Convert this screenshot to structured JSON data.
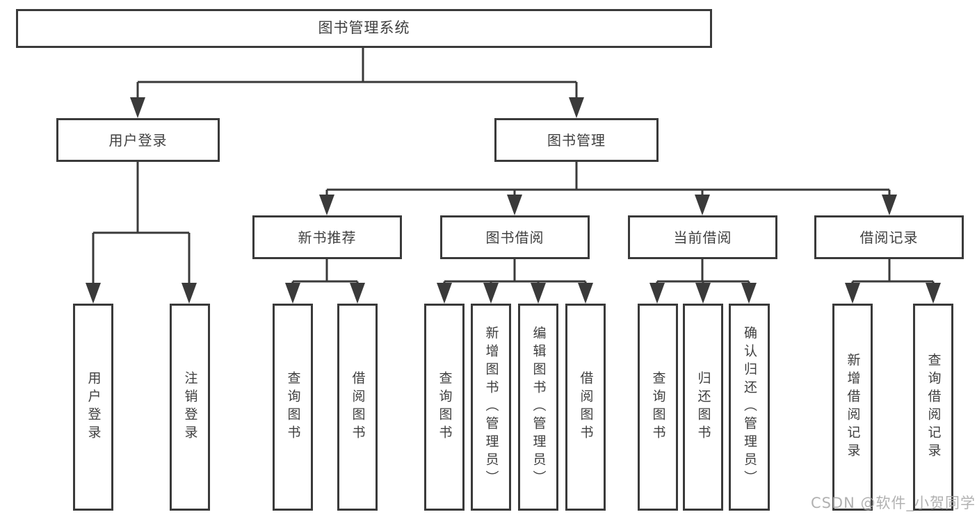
{
  "tree": {
    "root": {
      "label": "图书管理系统"
    },
    "login": {
      "label": "用户登录",
      "children": [
        {
          "label": "用户登录"
        },
        {
          "label": "注销登录"
        }
      ]
    },
    "management": {
      "label": "图书管理",
      "sections": [
        {
          "label": "新书推荐",
          "children": [
            {
              "label": "查询图书"
            },
            {
              "label": "借阅图书"
            }
          ]
        },
        {
          "label": "图书借阅",
          "children": [
            {
              "label": "查询图书"
            },
            {
              "label": "新增图书（管理员）"
            },
            {
              "label": "编辑图书（管理员）"
            },
            {
              "label": "借阅图书"
            }
          ]
        },
        {
          "label": "当前借阅",
          "children": [
            {
              "label": "查询图书"
            },
            {
              "label": "归还图书"
            },
            {
              "label": "确认归还（管理员）"
            }
          ]
        },
        {
          "label": "借阅记录",
          "children": [
            {
              "label": "新增借阅记录"
            },
            {
              "label": "查询借阅记录"
            }
          ]
        }
      ]
    }
  },
  "watermark": {
    "text": "CSDN @软件_小贺同学"
  },
  "colors": {
    "line": "#3a3a3a",
    "box_border": "#3a3a3a",
    "text": "#3f3f3f",
    "background": "#ffffff",
    "watermark": "#a9a9a9"
  }
}
